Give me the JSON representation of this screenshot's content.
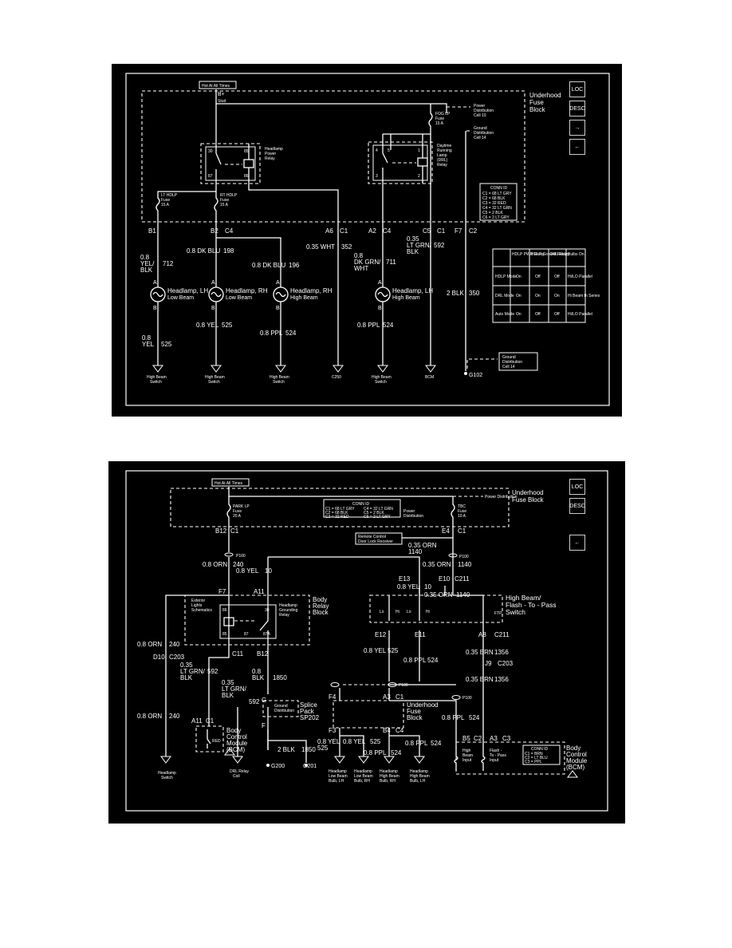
{
  "top": {
    "hot_label": "Hot At All Times",
    "bplus": "B+",
    "stud": "Stud",
    "underhood": [
      "Underhood",
      "Fuse",
      "Block"
    ],
    "power_dist": [
      "Power",
      "Distribution",
      "Cell 10"
    ],
    "ground_dist": [
      "Ground",
      "Distribution",
      "Cell 14"
    ],
    "fog_fuse": [
      "FOG LP",
      "Fuse",
      "15 A"
    ],
    "hdlp_relay": [
      "Headlamp",
      "Power",
      "Relay"
    ],
    "drl_relay": [
      "Daytime",
      "Running",
      "Lamp",
      "(DRL)",
      "Relay"
    ],
    "lt_fuse": [
      "LT HDLP",
      "Fuse",
      "15 A"
    ],
    "rt_fuse": [
      "RT HDLP",
      "Fuse",
      "15 A"
    ],
    "conn_title": "CONN ID",
    "conn_rows": [
      "C1 = 68 LT GRY",
      "C2 = 68 BLK",
      "C3 = 32 RED",
      "C4 = 32 LT GRN",
      "C5 = 2 BLK",
      "C6 = 2 LT GRY"
    ],
    "pins": {
      "b1": "B1",
      "b2": "B2",
      "c4a": "C4",
      "a6": "A6",
      "c1a": "C1",
      "a2": "A2",
      "c4b": "C4",
      "c5": "C5",
      "c1b": "C1",
      "f7": "F7",
      "c2": "C2"
    },
    "relay_pins": {
      "p30": "30",
      "p85": "85",
      "p86": "86",
      "p87": "87",
      "p4": "4",
      "p5": "5",
      "p1": "1",
      "p2": "2",
      "p3": "3"
    },
    "wires": {
      "w712": [
        "0.8",
        "YEL/",
        "BLK"
      ],
      "n712": "712",
      "w198": "0.8 DK BLU",
      "n198": "198",
      "w196": "0.8 DK BLU",
      "n196": "196",
      "w352": "0.35 WHT",
      "n352": "352",
      "w711": [
        "0.8",
        "DK GRN/",
        "WHT"
      ],
      "n711": "711",
      "w592": [
        "0.35",
        "LT GRN/",
        "BLK"
      ],
      "n592": "592",
      "w350": "2 BLK",
      "n350": "350",
      "w525a": [
        "0.8",
        "YEL"
      ],
      "n525a": "525",
      "w525b": "0.8 YEL",
      "n525b": "525",
      "w524a": "0.8 PPL",
      "n524a": "524",
      "w524b": "0.8 PPL",
      "n524b": "524"
    },
    "lamps": [
      [
        "Headlamp, LH",
        "Low Beam"
      ],
      [
        "Headlamp, RH",
        "Low Beam"
      ],
      [
        "Headlamp, RH",
        "High Beam"
      ],
      [
        "Headlamp, LH",
        "High Beam"
      ]
    ],
    "pin_a": "A",
    "pin_b": "B",
    "bottom": [
      "High Beam",
      "Switch",
      "High Beam",
      "Switch",
      "High Beam",
      "Switch",
      "C250",
      "High Beam",
      "Switch",
      "BCM",
      "G102"
    ],
    "ground_box": [
      "Ground",
      "Distribution",
      "Cell 14"
    ],
    "table": {
      "headers": [
        "HDLP PWR Relay",
        "HDLP Ground Relay",
        "DRL Relay",
        "Bulbs On"
      ],
      "rows": [
        [
          "HDLP Mode",
          "On",
          "Off",
          "Off",
          "Hi/LO Parallel"
        ],
        [
          "DRL Mode",
          "On",
          "On",
          "On",
          "Hi Beam In Series"
        ],
        [
          "Auto Mode",
          "On",
          "Off",
          "Off",
          "Hi/LO Parallel"
        ]
      ]
    },
    "btn_labels": [
      "LOC",
      "DESC",
      "→",
      "←"
    ]
  },
  "bottom": {
    "hot_label": "Hot At All Times",
    "underhood": [
      "Underhood",
      "Fuse Block"
    ],
    "power_dist": "Power Distribution",
    "park_fuse": [
      "PARK LP",
      "Fuse",
      "20 A"
    ],
    "tbc_fuse": [
      "TBC",
      "Fuse",
      "10 A"
    ],
    "conn_title": "CONN ID",
    "conn_rows": [
      "C1 = 68 LT GRY",
      "C2 = 68 BLK",
      "C3 = 32 RED",
      "C4 = 32 LT GRN",
      "C5 = 2 BLK",
      "C6 = 2 LT GRY"
    ],
    "power_dist2": [
      "Power",
      "Distribution"
    ],
    "remote": [
      "Remote Control",
      "Door Lock Receiver"
    ],
    "b12": "B12",
    "c1": "C1",
    "e4": "E4",
    "p100": "P100",
    "w240a": "0.8 ORN",
    "n240a": "240",
    "w1140a": "0.35 ORN",
    "n1140a": "1140",
    "w1140b": "0.35 ORN",
    "n1140b": "1140",
    "w10a": "0.8 YEL",
    "n10a": "10",
    "w10b": "0.8 YEL",
    "n10b": "10",
    "e13": "E13",
    "e10": "E10",
    "c211a": "C211",
    "w1140c": "0.35 ORN",
    "n1140c": "1140",
    "w240b": "0.8 ORN",
    "n240b": "240",
    "f7": "F7",
    "a11": "A11",
    "ext_lights": [
      "Exterior",
      "Lights",
      "Schematics"
    ],
    "body_relay": [
      "Body",
      "Relay",
      "Block"
    ],
    "hdlp_ground": [
      "Headlamp",
      "Grounding",
      "Relay"
    ],
    "hb_switch": [
      "High Beam/",
      "Flash - To - Pass",
      "Switch"
    ],
    "lo": "Lo",
    "hi": "Hi",
    "ftp": "FTP",
    "relay_pins": {
      "p86": "86",
      "p85": "85",
      "p30": "30",
      "p87": "87",
      "p87a": "87A"
    },
    "e12": "E12",
    "e11": "E11",
    "a8": "A8",
    "c211b": "C211",
    "d10": "D10",
    "c203a": "C203",
    "c11": "C11",
    "b12b": "B12",
    "w525a": "0.8 YEL",
    "n525a": "525",
    "w524a": "0.8 PPL",
    "n524a": "524",
    "w1356a": "0.35 BRN",
    "n1356a": "1356",
    "j9": "J9",
    "c203b": "C203",
    "w1356b": "0.35 BRN",
    "n1356b": "1356",
    "w592a": [
      "0.35",
      "LT GRN/",
      "BLK"
    ],
    "n592a": "592",
    "w1850a": [
      "0.8",
      "BLK"
    ],
    "n1850a": "1850",
    "w592b": [
      "0.35",
      "LT GRN/",
      "BLK"
    ],
    "n592b": "592",
    "g": "G",
    "f": "F",
    "splice": [
      "Splice",
      "Pack",
      "SP202"
    ],
    "ground_dist": [
      "Ground",
      "Distribution"
    ],
    "f4": "F4",
    "a3": "A3",
    "c1b": "C1",
    "underhood2": [
      "Underhood",
      "Fuse",
      "Block"
    ],
    "p100b": "P100",
    "p100c": "P100",
    "f3": "F3",
    "b4": "B4",
    "c4": "C4",
    "w525b": "0.8 YEL",
    "n525b": "525",
    "w525c": "0.8 YEL",
    "n525c": "525",
    "w524b": "0.8 PPL",
    "n524b": "524",
    "w524c": "0.8 PPL",
    "n524c": "524",
    "w524d": "0.8 PPL",
    "n524d": "524",
    "w240c": "0.8 ORN",
    "n240c": "240",
    "a11b": "A11",
    "c1c": "C1",
    "bcm_left": [
      "Body",
      "Control",
      "Module",
      "(BCM)"
    ],
    "red": "RED",
    "w1850b": "2 BLK",
    "n1850b": "1850",
    "g200": "G200",
    "g201": "G201",
    "b5": "B5",
    "c2": "C2",
    "a3b": "A3",
    "c3": "C3",
    "hb_input": [
      "High",
      "Beam",
      "Input"
    ],
    "ftp_input": [
      "Flash -",
      "To - Pass",
      "Input"
    ],
    "bcm_conn_title": "CONN ID",
    "bcm_conn_rows": [
      "C1 = BRN",
      "C2 = LT BLU",
      "C3 = PPL"
    ],
    "bcm_right": [
      "Body",
      "Control",
      "Module",
      "(BCM)"
    ],
    "bottom_labels": [
      [
        "Headlamp",
        "Switch"
      ],
      [
        "DRL Relay",
        "Coil"
      ],
      [
        "Headlamp",
        "Low Beam",
        "Bulb, LH"
      ],
      [
        "Headlamp",
        "Low Beam",
        "Bulb, RH"
      ],
      [
        "Headlamp",
        "High Beam",
        "Bulb, RH"
      ],
      [
        "Headlamp",
        "High Beam",
        "Bulb, LH"
      ]
    ],
    "btn_labels": [
      "LOC",
      "DESC",
      "←"
    ]
  }
}
